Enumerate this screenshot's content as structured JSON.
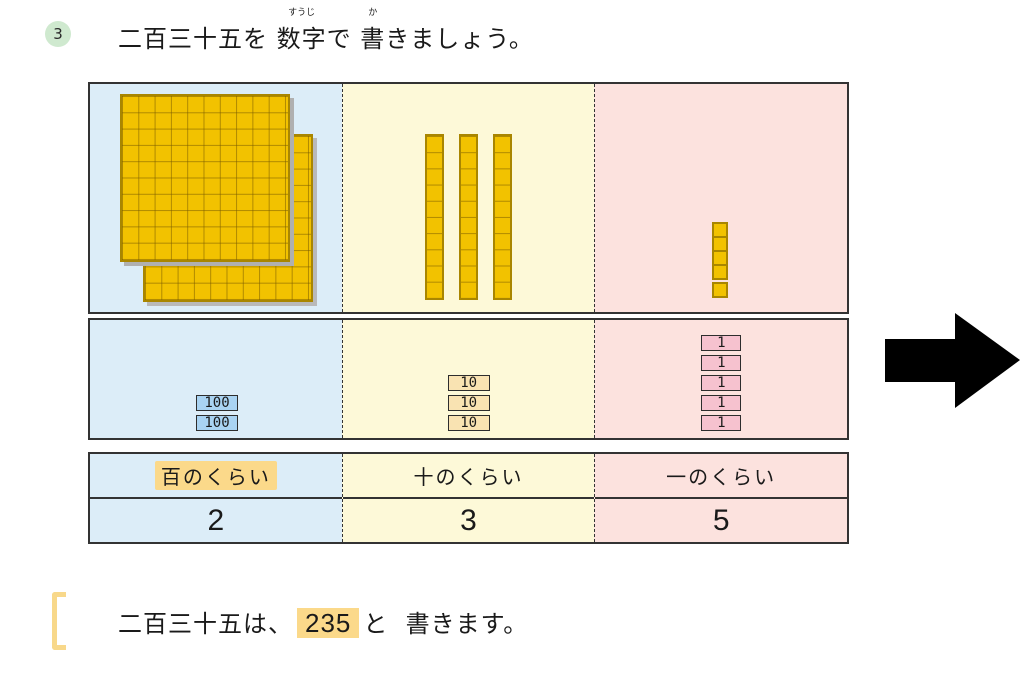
{
  "problem": {
    "number": "3",
    "part1": "二百三十五を",
    "kanji1": "数字",
    "ruby1": "すうじ",
    "part2": "で",
    "kanji2": "書",
    "ruby2": "か",
    "part3": "きましょう。"
  },
  "cards": {
    "hundred": "100",
    "ten": "10",
    "one": "1"
  },
  "table": {
    "hundreds_label": "百のくらい",
    "tens_label": "十のくらい",
    "ones_label": "一のくらい",
    "hundreds_value": "2",
    "tens_value": "3",
    "ones_value": "5"
  },
  "answer": {
    "prefix": "二百三十五は、",
    "value": "235",
    "mid": "と",
    "suffix": "書きます。"
  },
  "colors": {
    "hundreds_bg": "#dcedf8",
    "tens_bg": "#fdf9d8",
    "ones_bg": "#fce2de",
    "block": "#f2c200",
    "highlight": "#fbd98a"
  }
}
